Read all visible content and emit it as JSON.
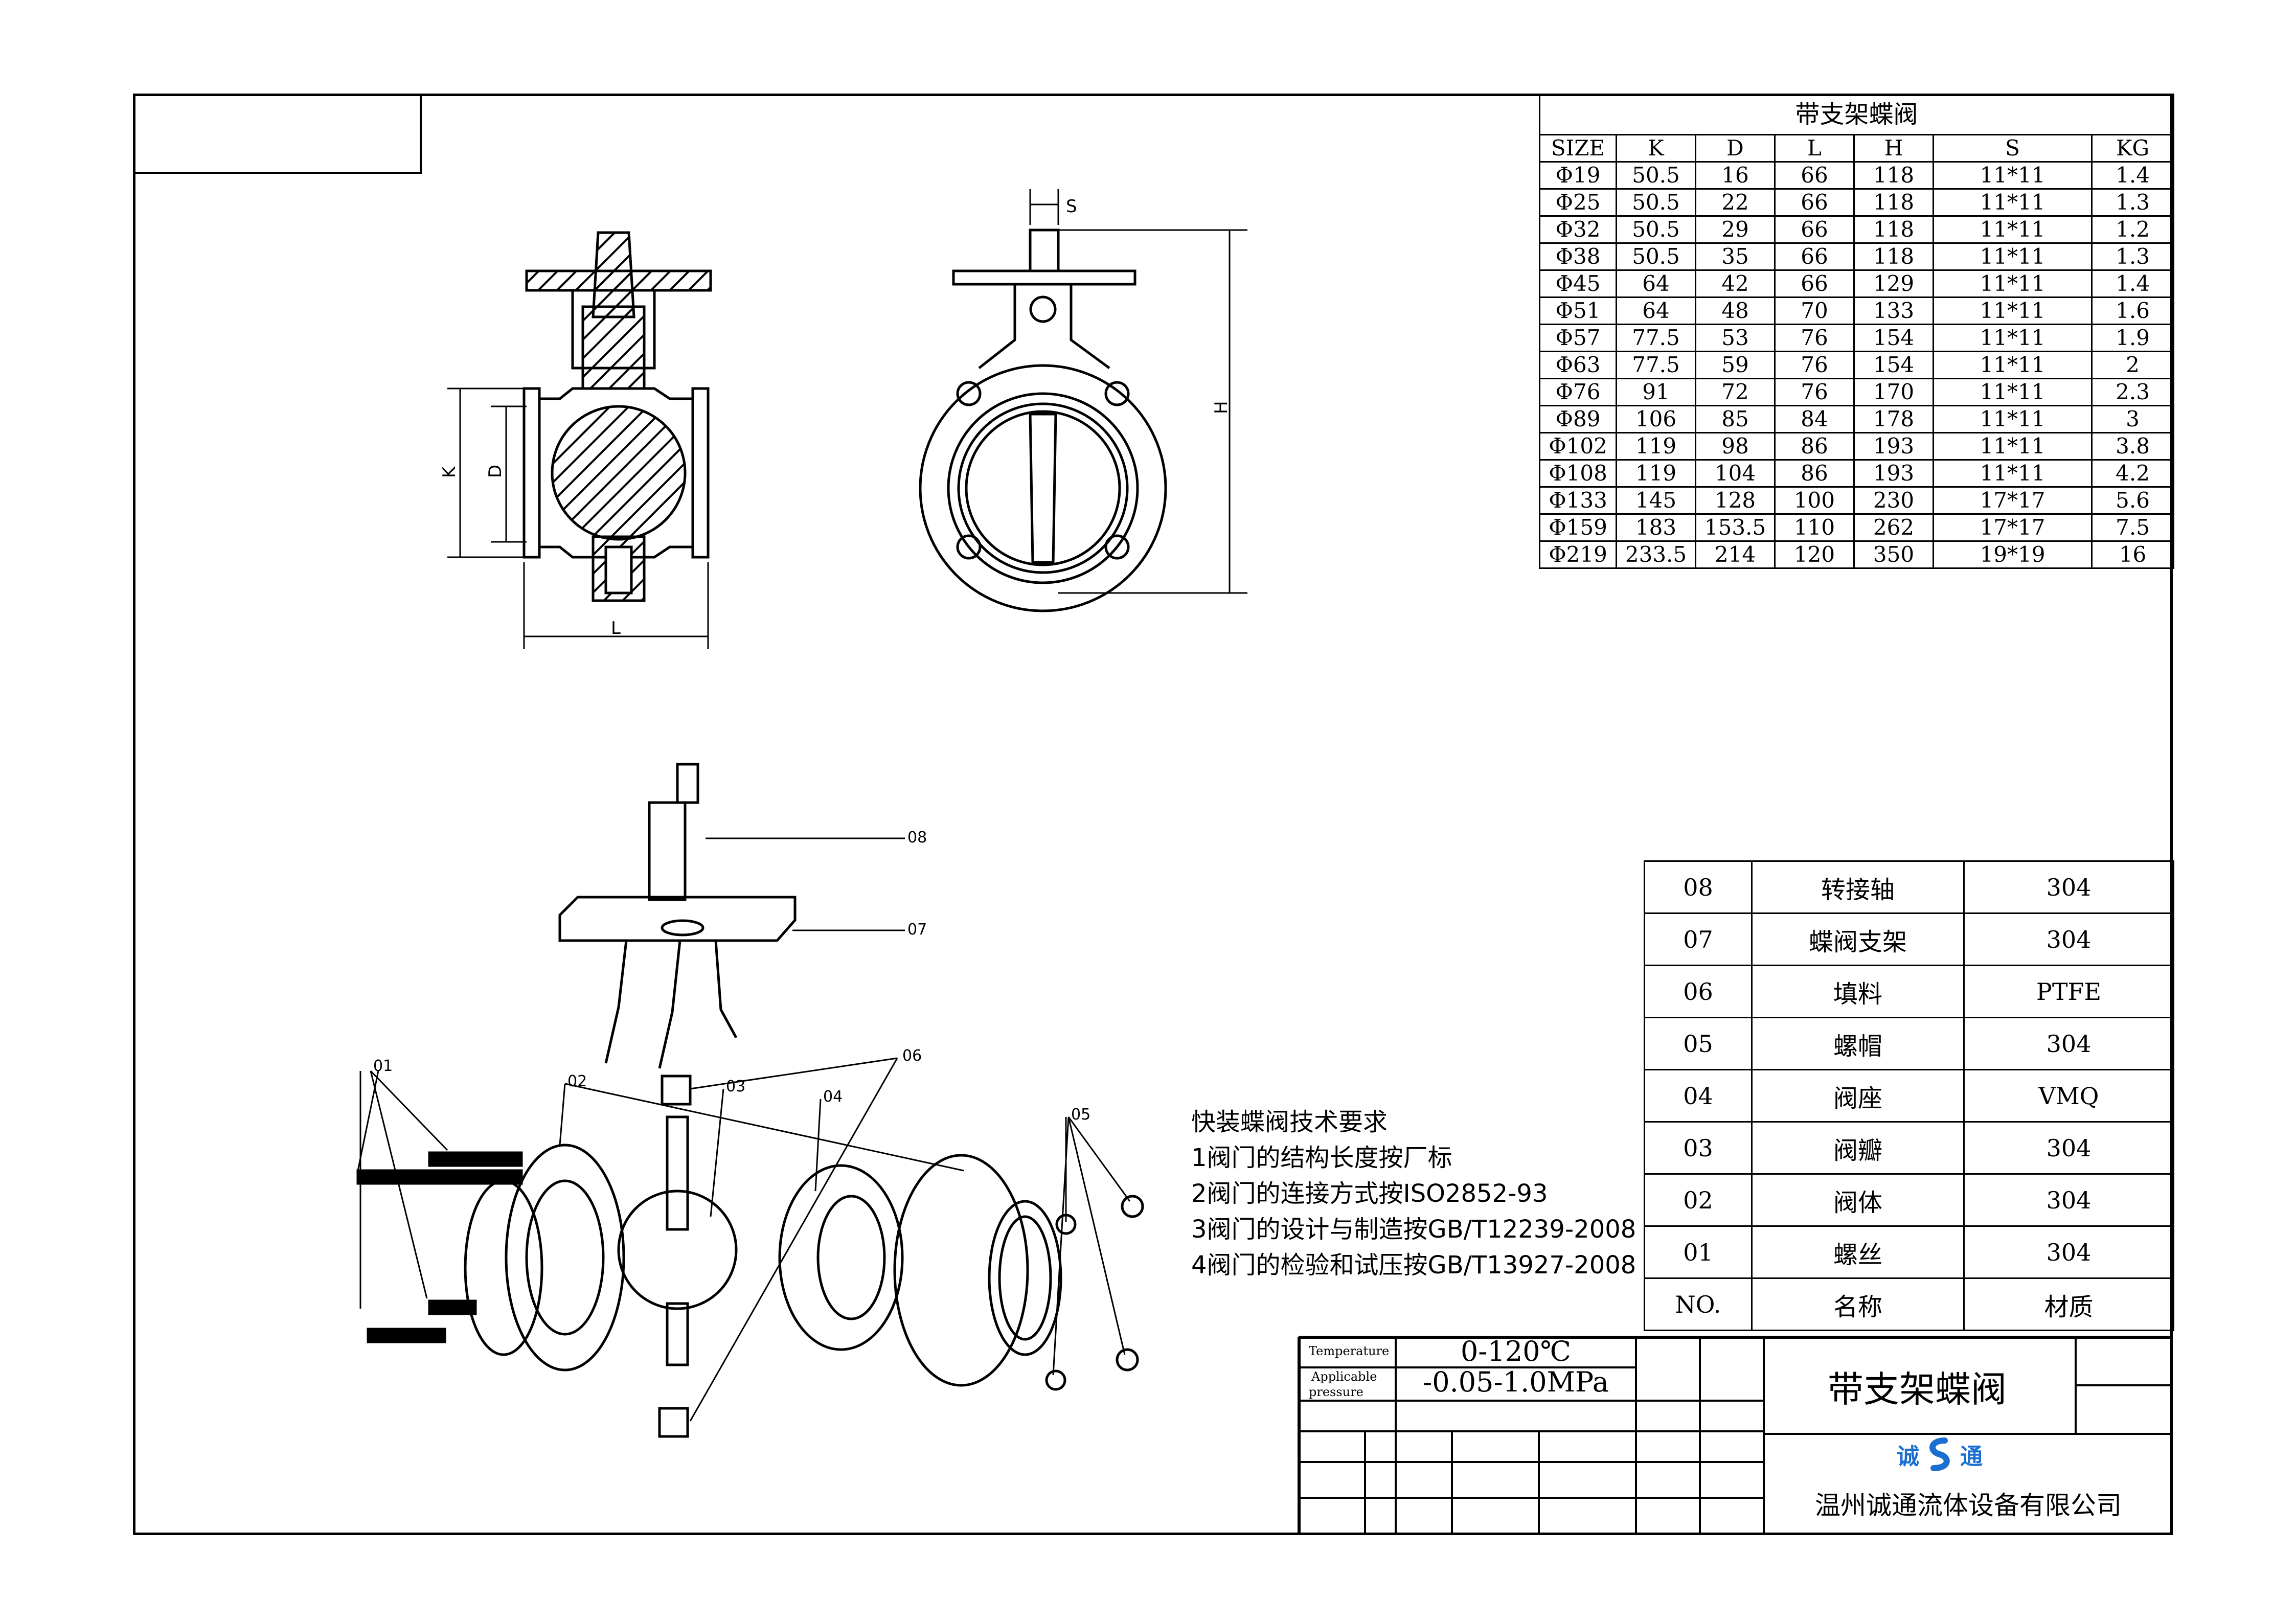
{
  "dimension_table": {
    "title": "带支架蝶阀",
    "headers": [
      "SIZE",
      "K",
      "D",
      "L",
      "H",
      "S",
      "KG"
    ],
    "rows": [
      [
        "Φ19",
        "50.5",
        "16",
        "66",
        "118",
        "11*11",
        "1.4"
      ],
      [
        "Φ25",
        "50.5",
        "22",
        "66",
        "118",
        "11*11",
        "1.3"
      ],
      [
        "Φ32",
        "50.5",
        "29",
        "66",
        "118",
        "11*11",
        "1.2"
      ],
      [
        "Φ38",
        "50.5",
        "35",
        "66",
        "118",
        "11*11",
        "1.3"
      ],
      [
        "Φ45",
        "64",
        "42",
        "66",
        "129",
        "11*11",
        "1.4"
      ],
      [
        "Φ51",
        "64",
        "48",
        "70",
        "133",
        "11*11",
        "1.6"
      ],
      [
        "Φ57",
        "77.5",
        "53",
        "76",
        "154",
        "11*11",
        "1.9"
      ],
      [
        "Φ63",
        "77.5",
        "59",
        "76",
        "154",
        "11*11",
        "2"
      ],
      [
        "Φ76",
        "91",
        "72",
        "76",
        "170",
        "11*11",
        "2.3"
      ],
      [
        "Φ89",
        "106",
        "85",
        "84",
        "178",
        "11*11",
        "3"
      ],
      [
        "Φ102",
        "119",
        "98",
        "86",
        "193",
        "11*11",
        "3.8"
      ],
      [
        "Φ108",
        "119",
        "104",
        "86",
        "193",
        "11*11",
        "4.2"
      ],
      [
        "Φ133",
        "145",
        "128",
        "100",
        "230",
        "17*17",
        "5.6"
      ],
      [
        "Φ159",
        "183",
        "153.5",
        "110",
        "262",
        "17*17",
        "7.5"
      ],
      [
        "Φ219",
        "233.5",
        "214",
        "120",
        "350",
        "19*19",
        "16"
      ]
    ]
  },
  "parts_list": {
    "rows": [
      {
        "no": "08",
        "name": "转接轴",
        "material": "304"
      },
      {
        "no": "07",
        "name": "蝶阀支架",
        "material": "304"
      },
      {
        "no": "06",
        "name": "填料",
        "material": "PTFE"
      },
      {
        "no": "05",
        "name": "螺帽",
        "material": "304"
      },
      {
        "no": "04",
        "name": "阀座",
        "material": "VMQ"
      },
      {
        "no": "03",
        "name": "阀瓣",
        "material": "304"
      },
      {
        "no": "02",
        "name": "阀体",
        "material": "304"
      },
      {
        "no": "01",
        "name": "螺丝",
        "material": "304"
      }
    ],
    "header": {
      "no": "NO.",
      "name": "名称",
      "material": "材质"
    }
  },
  "tech_requirements": {
    "title": "快装蝶阀技术要求",
    "items": [
      "1阀门的结构长度按厂标",
      "2阀门的连接方式按ISO2852-93",
      "3阀门的设计与制造按GB/T12239-2008",
      "4阀门的检验和试压按GB/T13927-2008"
    ]
  },
  "title_block": {
    "temperature_label": "Temperature",
    "temperature_value": "0-120℃",
    "pressure_label_1": "Applicable",
    "pressure_label_2": "pressure",
    "pressure_value": "-0.05-1.0MPa",
    "drawing_title": "带支架蝶阀",
    "logo_left": "诚",
    "logo_right": "通",
    "company": "温州诚通流体设备有限公司"
  },
  "dimension_labels": {
    "K": "K",
    "D": "D",
    "L": "L",
    "H": "H",
    "S": "S"
  },
  "callouts": [
    "08",
    "07",
    "06",
    "05",
    "04",
    "03",
    "02",
    "01"
  ]
}
